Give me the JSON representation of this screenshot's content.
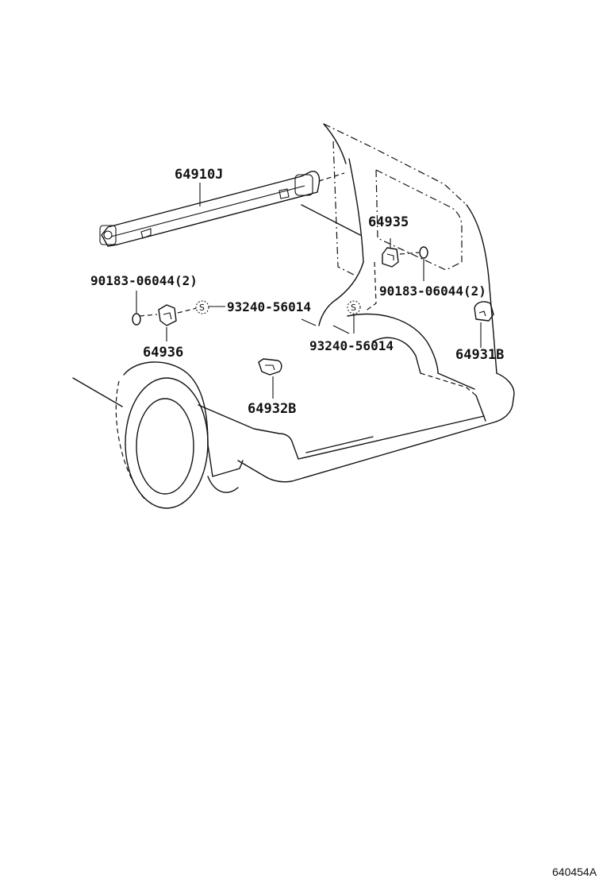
{
  "figure_code": "640454A",
  "parts": {
    "p64910j": "64910J",
    "p64935": "64935",
    "p90183_left": "90183-06044(2)",
    "p90183_right": "90183-06044(2)",
    "p93240_left": "93240-56014",
    "p93240_right": "93240-56014",
    "p64936": "64936",
    "p64931b": "64931B",
    "p64932b": "64932B"
  },
  "symbols": {
    "standard_part_mark": "S"
  }
}
